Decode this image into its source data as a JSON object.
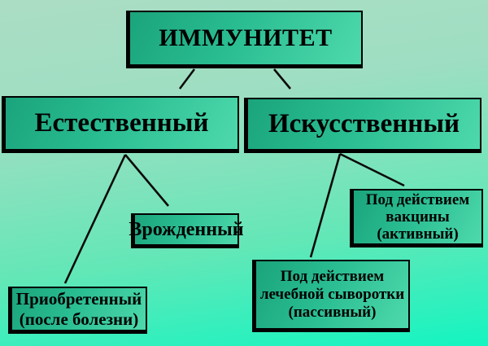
{
  "diagram": {
    "title": "Immunity types flowchart",
    "language": "ru",
    "nodes": {
      "root": {
        "label": "ИММУНИТЕТ"
      },
      "natural": {
        "label": "Естественный"
      },
      "artificial": {
        "label": "Искусственный"
      },
      "innate": {
        "label": "Врожденный"
      },
      "acquired": {
        "label": "Приобретенный\n(после болезни)"
      },
      "vaccine": {
        "label": "Под действием\nвакцины\n(активный)"
      },
      "serum": {
        "label": "Под действием\nлечебной сыворотки\n(пассивный)"
      }
    },
    "edges": [
      {
        "from": "root",
        "to": "natural"
      },
      {
        "from": "root",
        "to": "artificial"
      },
      {
        "from": "natural",
        "to": "innate"
      },
      {
        "from": "natural",
        "to": "acquired"
      },
      {
        "from": "artificial",
        "to": "vaccine"
      },
      {
        "from": "artificial",
        "to": "serum"
      }
    ],
    "colors": {
      "background_top": "#abddc4",
      "background_bottom": "#13f5c1",
      "box_fill_dark": "#1ba47b",
      "box_fill_light": "#4ed9ab",
      "border": "#000000",
      "connector": "#0b0b0b",
      "text": "#000000"
    }
  }
}
